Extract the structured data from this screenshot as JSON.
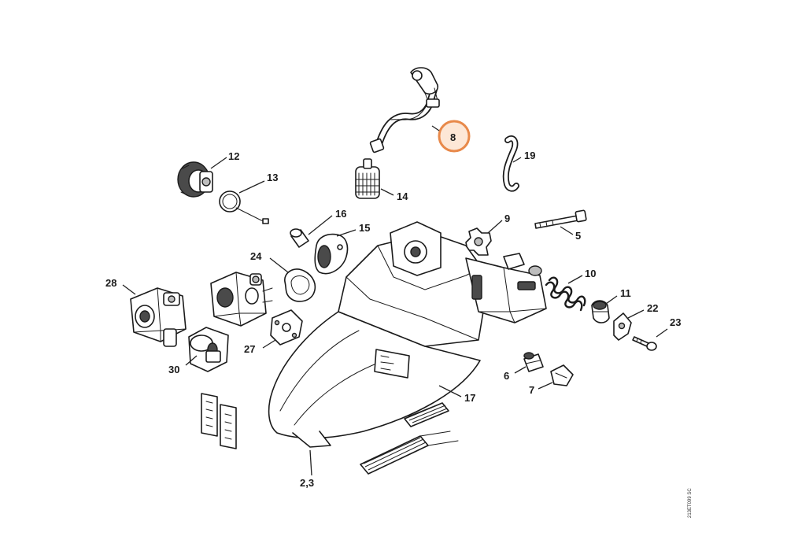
{
  "diagram": {
    "highlight_color": "#e8894a",
    "highlight_fill": "#fde7d6",
    "highlighted_part": "8",
    "callouts": [
      {
        "id": "c8",
        "text": "8"
      },
      {
        "id": "c19",
        "text": "19"
      },
      {
        "id": "c12",
        "text": "12"
      },
      {
        "id": "c13",
        "text": "13"
      },
      {
        "id": "c14",
        "text": "14"
      },
      {
        "id": "c16",
        "text": "16"
      },
      {
        "id": "c15",
        "text": "15"
      },
      {
        "id": "c9",
        "text": "9"
      },
      {
        "id": "c5",
        "text": "5"
      },
      {
        "id": "c24",
        "text": "24"
      },
      {
        "id": "c10",
        "text": "10"
      },
      {
        "id": "c28",
        "text": "28"
      },
      {
        "id": "c11",
        "text": "11"
      },
      {
        "id": "c22",
        "text": "22"
      },
      {
        "id": "c23",
        "text": "23"
      },
      {
        "id": "c27",
        "text": "27"
      },
      {
        "id": "c30",
        "text": "30"
      },
      {
        "id": "c6",
        "text": "6"
      },
      {
        "id": "c7",
        "text": "7"
      },
      {
        "id": "c17",
        "text": "17"
      },
      {
        "id": "c23b",
        "text": "2,3"
      }
    ],
    "document_code": "213ET099 SC"
  }
}
